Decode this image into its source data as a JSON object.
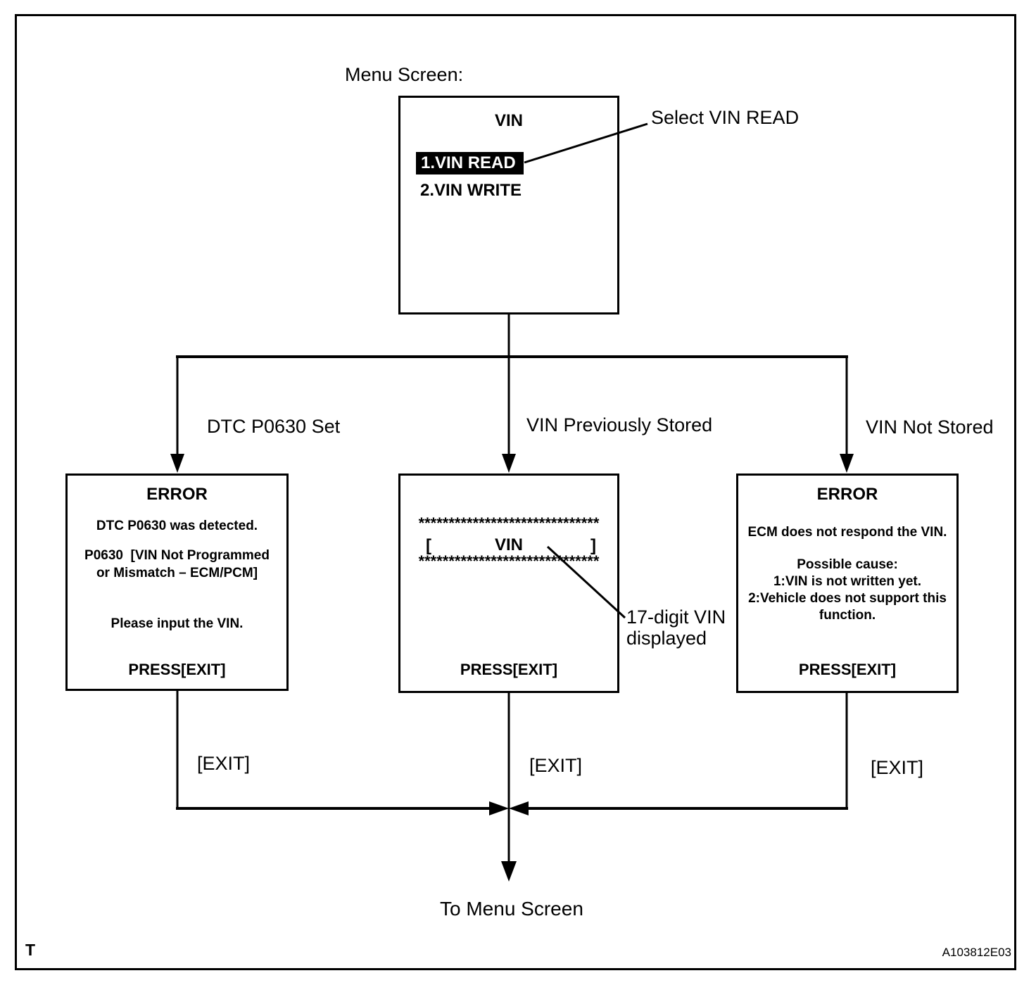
{
  "colors": {
    "ink": "#000000",
    "paper": "#ffffff",
    "highlight_bg": "#000000",
    "highlight_text": "#ffffff"
  },
  "menu": {
    "label": "Menu Screen:",
    "title": "VIN",
    "item_read": "1.VIN READ",
    "item_write": "2.VIN WRITE",
    "annotation": "Select VIN READ"
  },
  "branches": {
    "left_label": "DTC P0630 Set",
    "center_label": "VIN Previously Stored",
    "right_label": "VIN Not Stored"
  },
  "error_dtc_box": {
    "title": "ERROR",
    "line1": "DTC P0630 was detected.",
    "line2": "P0630  [VIN Not Programmed",
    "line3": "or Mismatch – ECM/PCM]",
    "line4": "Please input the VIN.",
    "press": "PRESS[EXIT]"
  },
  "vin_box": {
    "asterisks_top": "******************************",
    "bracket_open": "[",
    "vin_label": "VIN",
    "bracket_close": "]",
    "asterisks_bottom": "******************************",
    "press": "PRESS[EXIT]",
    "annotation_line1": "17-digit VIN",
    "annotation_line2": "displayed"
  },
  "error_ecm_box": {
    "title": "ERROR",
    "line1": "ECM does not respond the VIN.",
    "line2": "Possible cause:",
    "line3": "1:VIN is not written yet.",
    "line4": "2:Vehicle does not support this",
    "line5": "function.",
    "press": "PRESS[EXIT]"
  },
  "exits": {
    "left": "[EXIT]",
    "center": "[EXIT]",
    "right": "[EXIT]"
  },
  "footer": {
    "to_menu": "To Menu Screen",
    "page_letter": "T",
    "figure_code": "A103812E03"
  }
}
